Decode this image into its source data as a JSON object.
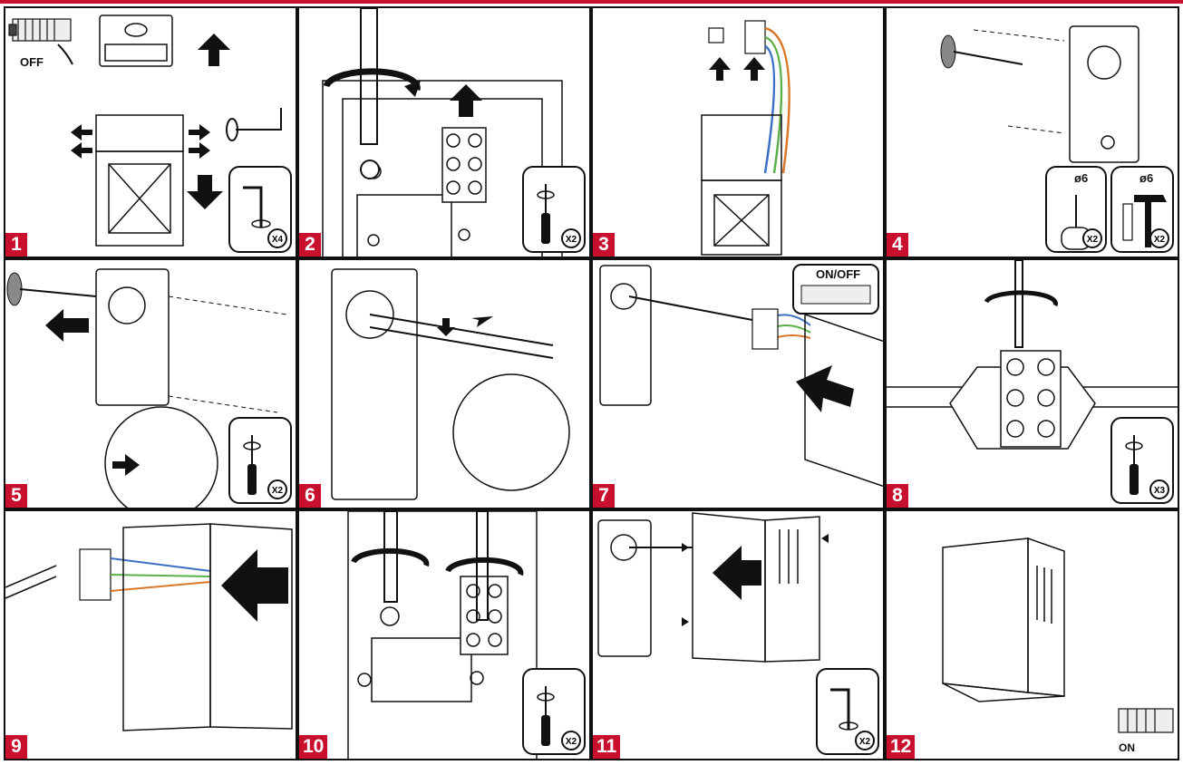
{
  "colors": {
    "accent": "#c8102e",
    "line": "#111111",
    "wire_blue": "#3a6fc4",
    "wire_green": "#5bb04a",
    "wire_orange": "#d9772b"
  },
  "steps": [
    {
      "number": "1",
      "label": "OFF",
      "multiplier": "X4",
      "tool": "allen-key"
    },
    {
      "number": "2",
      "multiplier": "X2",
      "tool": "screwdriver"
    },
    {
      "number": "3"
    },
    {
      "number": "4",
      "drill_multiplier": "X2",
      "hammer_multiplier": "X2",
      "drill_diameter": "ø6",
      "plug_diameter": "ø6"
    },
    {
      "number": "5",
      "multiplier": "X2",
      "tool": "screwdriver"
    },
    {
      "number": "6"
    },
    {
      "number": "7",
      "label": "ON/OFF"
    },
    {
      "number": "8",
      "multiplier": "X3",
      "tool": "screwdriver"
    },
    {
      "number": "9"
    },
    {
      "number": "10",
      "multiplier": "X2",
      "tool": "screwdriver"
    },
    {
      "number": "11",
      "multiplier": "X2",
      "tool": "allen-key"
    },
    {
      "number": "12",
      "label": "ON"
    }
  ]
}
